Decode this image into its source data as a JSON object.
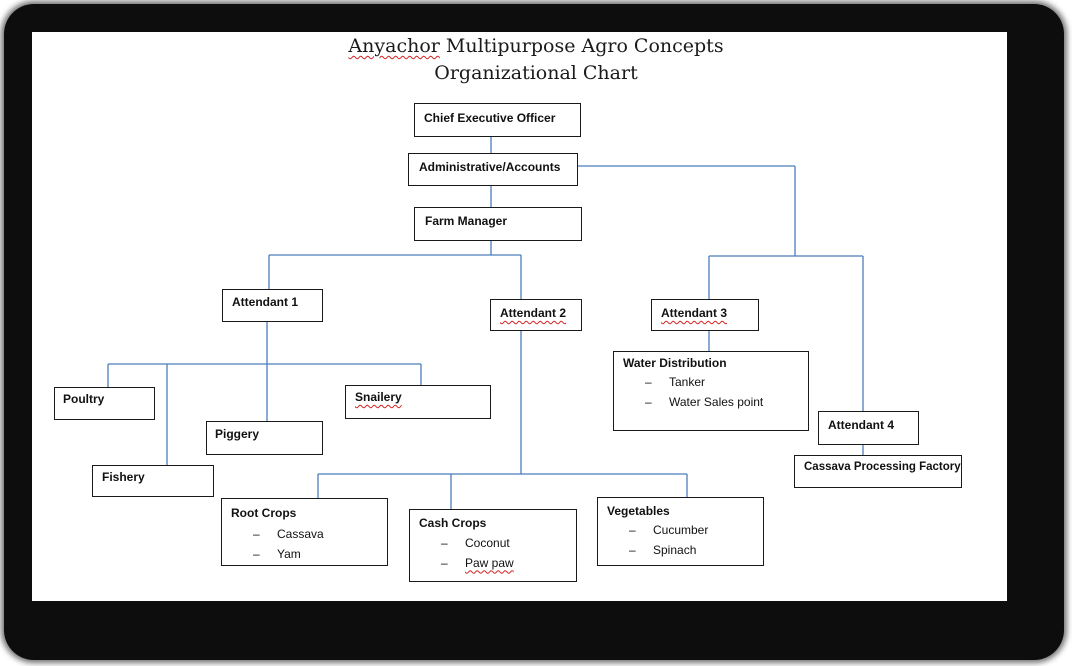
{
  "title": {
    "line1_word1": "Anyachor",
    "line1_rest": " Multipurpose Agro Concepts",
    "line2": "Organizational Chart"
  },
  "colors": {
    "connector": "#4a7ebb",
    "frame": "#0d0d0d",
    "box_border": "#1a1a1a"
  },
  "nodes": {
    "ceo": "Chief Executive Officer",
    "admin": "Administrative/Accounts",
    "farm_manager": "Farm Manager",
    "attendant1": "Attendant 1",
    "attendant2": "Attendant  2",
    "attendant3": "Attendant  3",
    "attendant4": "Attendant 4",
    "poultry": "Poultry",
    "snailery": "Snailery",
    "piggery": "Piggery",
    "fishery": "Fishery",
    "water_distribution": {
      "title": "Water Distribution",
      "items": [
        "Tanker",
        "Water Sales point"
      ]
    },
    "cassava_factory": "Cassava  Processing Factory",
    "root_crops": {
      "title": "Root Crops",
      "items": [
        "Cassava",
        "Yam"
      ]
    },
    "cash_crops": {
      "title": "Cash Crops",
      "items": [
        "Coconut",
        "Paw paw"
      ]
    },
    "vegetables": {
      "title": "Vegetables",
      "items": [
        "Cucumber",
        "Spinach"
      ]
    },
    "bullet": "–"
  }
}
